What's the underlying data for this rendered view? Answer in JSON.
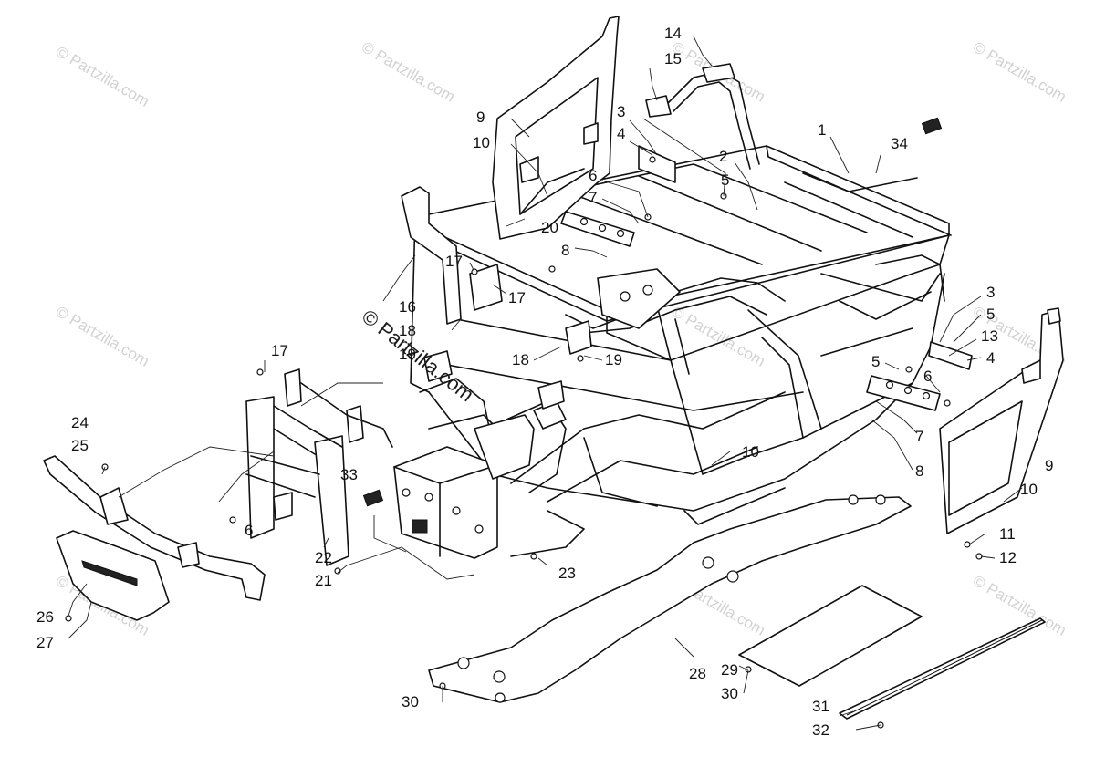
{
  "watermark": {
    "text": "© Partzilla.com",
    "center_text": "© Partzilla.com"
  },
  "callouts": [
    "1",
    "2",
    "3",
    "4",
    "5",
    "6",
    "7",
    "8",
    "9",
    "10",
    "11",
    "12",
    "13",
    "14",
    "15",
    "16",
    "17",
    "18",
    "19",
    "20",
    "21",
    "22",
    "23",
    "24",
    "25",
    "26",
    "27",
    "28",
    "29",
    "30",
    "31",
    "32",
    "33",
    "34"
  ],
  "parts": [
    {
      "id": "frame",
      "label": "1"
    },
    {
      "id": "skid-plate-main",
      "label": "28"
    },
    {
      "id": "skid-plate-rear",
      "label": "29"
    },
    {
      "id": "rocker-guard",
      "label": "31"
    },
    {
      "id": "front-bumper",
      "label": "24"
    },
    {
      "id": "bumper-insert",
      "label": "26"
    },
    {
      "id": "side-panel-left",
      "label": "9"
    },
    {
      "id": "side-panel-right",
      "label": "9"
    },
    {
      "id": "roll-bar-upper",
      "label": "14"
    },
    {
      "id": "front-frame-section",
      "label": "22"
    },
    {
      "id": "decal",
      "label": "33"
    },
    {
      "id": "decal-rear",
      "label": "34"
    }
  ]
}
